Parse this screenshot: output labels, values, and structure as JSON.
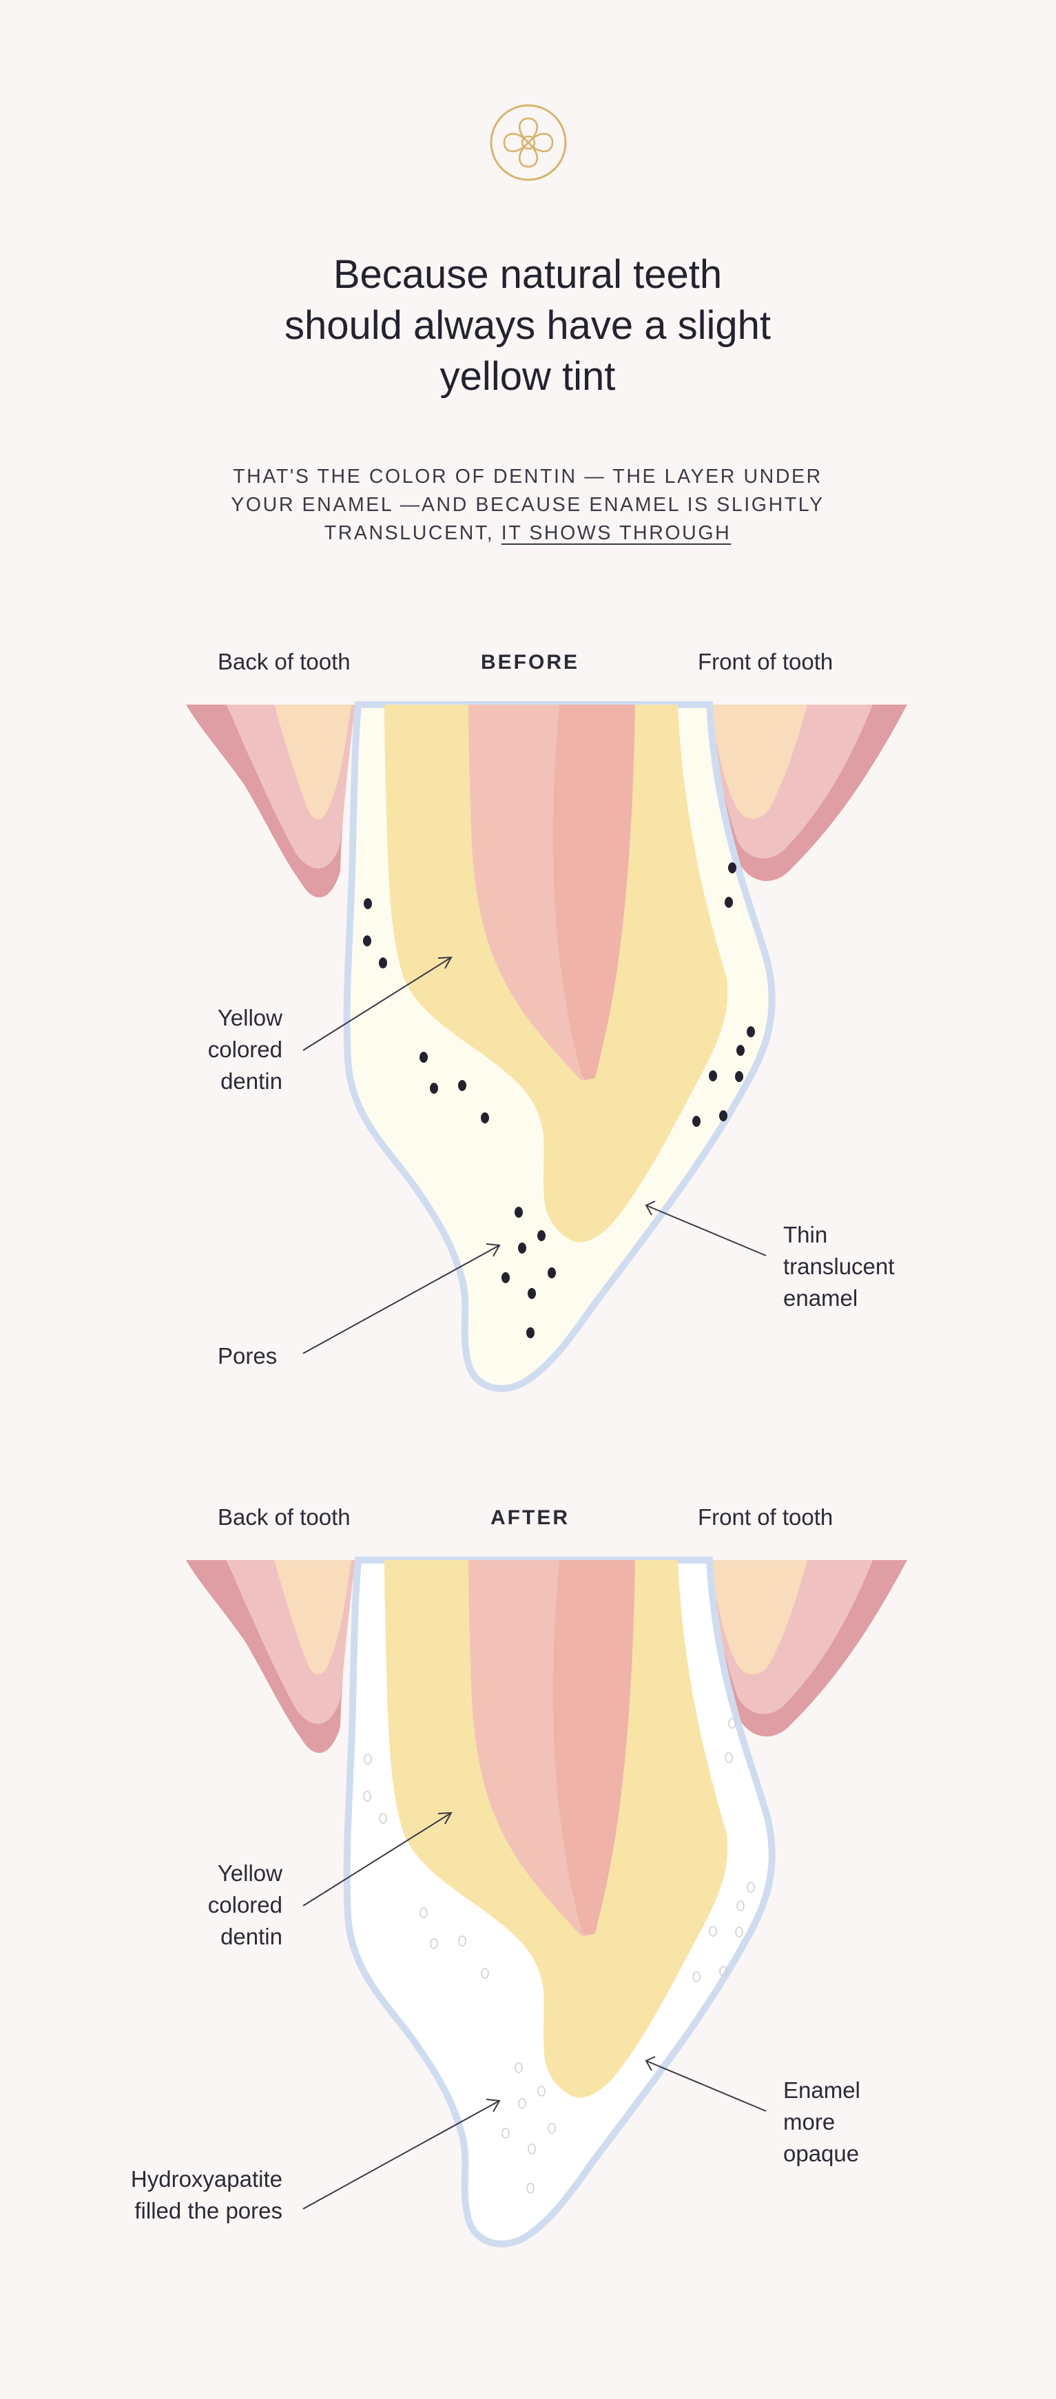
{
  "headline_lines": [
    "Because natural teeth",
    "should always have a slight",
    "yellow tint"
  ],
  "subheadline": {
    "lines": [
      "THAT'S THE COLOR OF DENTIN — THE LAYER UNDER",
      "YOUR ENAMEL —AND BECAUSE ENAMEL IS SLIGHTLY"
    ],
    "last_prefix": "TRANSLUCENT, ",
    "last_link": "IT SHOWS THROUGH"
  },
  "before": {
    "back_label": "Back of tooth",
    "title": "BEFORE",
    "front_label": "Front of tooth",
    "dentin_label": [
      "Yellow",
      "colored",
      "dentin"
    ],
    "pores_label": [
      "Pores"
    ],
    "enamel_label": [
      "Thin",
      "translucent",
      "enamel"
    ]
  },
  "after": {
    "back_label": "Back of tooth",
    "title": "AFTER",
    "front_label": "Front of tooth",
    "dentin_label": [
      "Yellow",
      "colored",
      "dentin"
    ],
    "pores_label": [
      "Hydroxyapatite",
      "filled the pores"
    ],
    "enamel_label": [
      "Enamel",
      "more",
      "opaque"
    ]
  },
  "colors": {
    "background": "#faf6f5",
    "logo_gold": "#d9b36b",
    "gum_dark": "#df9ea3",
    "gum_light": "#f0c1c1",
    "gum_core": "#f8dcbc",
    "dentin": "#f9e4a8",
    "pulp_light": "#f2c2b8",
    "pulp_dark": "#efb3a8",
    "enamel_before": "#fefcef",
    "enamel_after": "#ffffff",
    "enamel_outline": "#cfdcf0",
    "pore_dark": "#23222e",
    "pore_filled": "#cfcfd2",
    "text": "#23222e"
  },
  "icons": [
    "flower-logo-icon"
  ]
}
